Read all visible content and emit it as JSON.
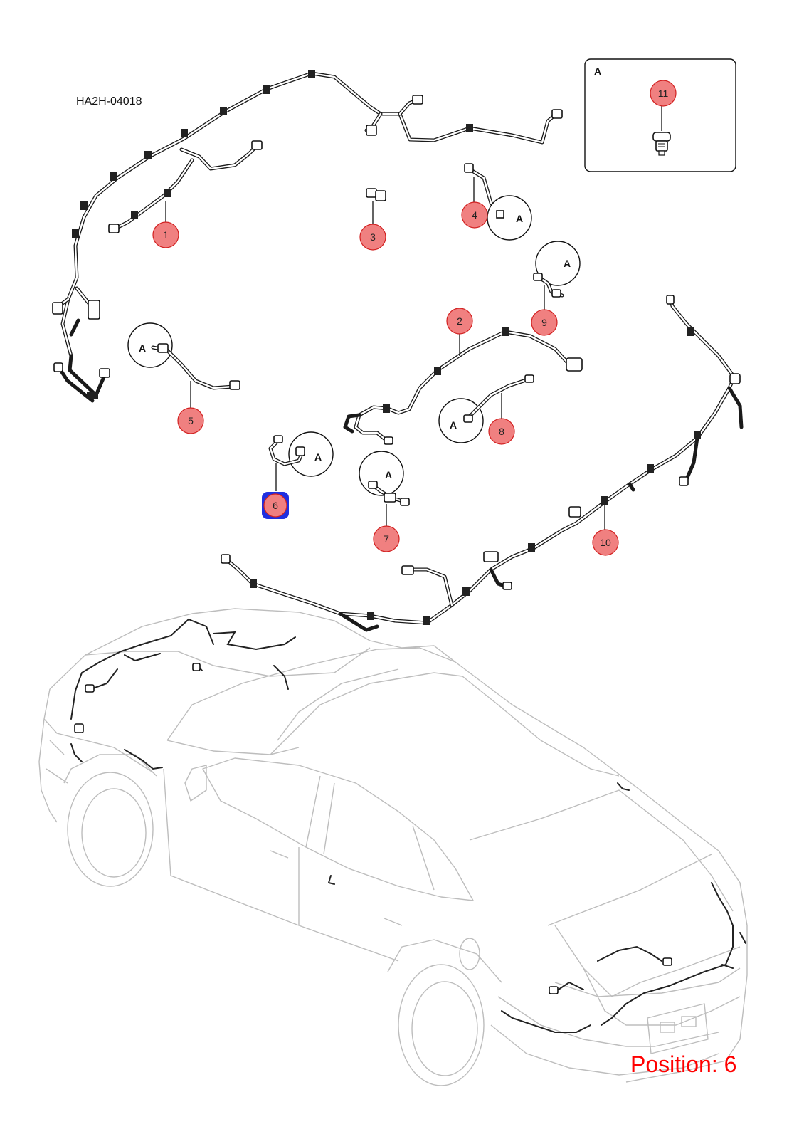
{
  "diagram_code": "HA2H-04018",
  "position_label": "Position: 6",
  "detail_box": {
    "letter": "A",
    "part_number": "11"
  },
  "callouts": [
    "1",
    "2",
    "3",
    "4",
    "5",
    "6",
    "7",
    "8",
    "9",
    "10"
  ],
  "detail_ref": "A",
  "colors": {
    "callout_fill": "#f08080",
    "callout_stroke": "#d22020",
    "highlight": "#1f2fe0",
    "position_text": "#ff0000",
    "car_outline": "#bdbdbd"
  },
  "highlighted_callout": "6"
}
